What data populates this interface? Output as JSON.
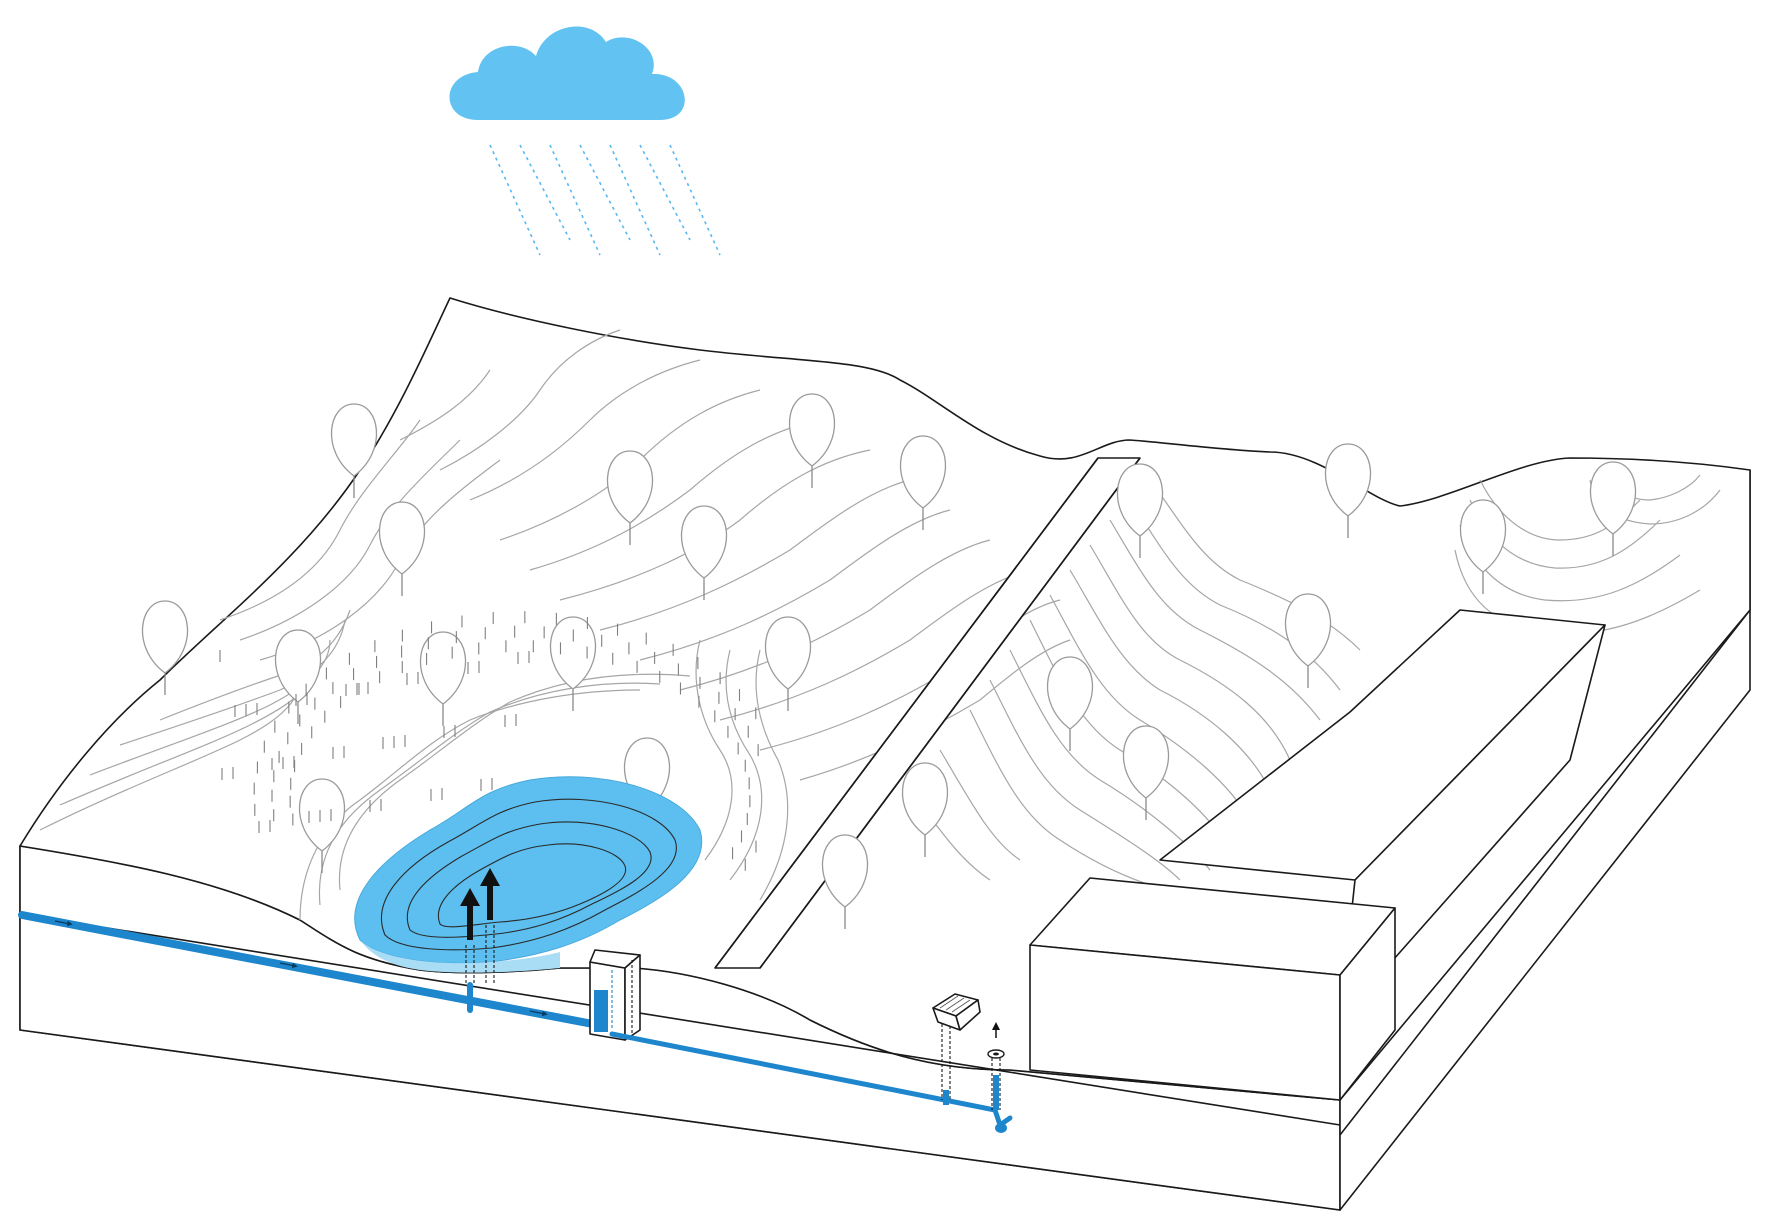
{
  "colors": {
    "water": "#5cbfef",
    "water_light": "#a9dcf5",
    "pipe": "#1d86cc",
    "cloud": "#62c3f2",
    "rain": "#59b9ee",
    "outline": "#1a1a1a",
    "contour": "#a6a6a6"
  },
  "elements": [
    "cloud",
    "rain",
    "terrain-block",
    "contour-lines",
    "trees",
    "wetland-grass",
    "retention-pond",
    "upward-flow-arrows",
    "inflow-pipe",
    "outlet-control-structure",
    "outflow-pipe",
    "catch-basin",
    "drain-inlet",
    "road-channel",
    "building"
  ]
}
